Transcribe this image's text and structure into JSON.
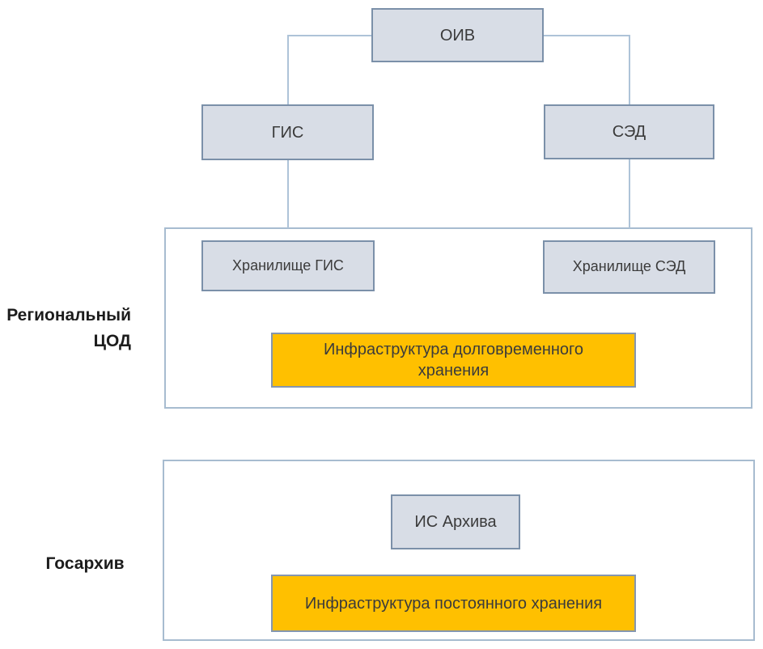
{
  "diagram": {
    "colors": {
      "node_fill": "#d8dde6",
      "node_border": "#7b90a9",
      "container_border": "#a7bcd0",
      "connector": "#aec3d8",
      "highlight_fill": "#ffc000",
      "highlight_border": "#8496b0",
      "text": "#3b3b3b",
      "label_text": "#1c1c1c"
    },
    "nodes": {
      "oiv": {
        "label": "ОИВ"
      },
      "gis": {
        "label": "ГИС"
      },
      "sed": {
        "label": "СЭД"
      },
      "storage_gis": {
        "label": "Хранилище ГИС"
      },
      "storage_sed": {
        "label": "Хранилище СЭД"
      },
      "longterm_infra": {
        "label": "Инфраструктура долговременного хранения"
      },
      "is_archive": {
        "label": "ИС Архива"
      },
      "permanent_infra": {
        "label": "Инфраструктура постоянного хранения"
      }
    },
    "containers": {
      "regional_dc": {
        "label": "Региональный ЦОД"
      },
      "gosarchive": {
        "label": "Госархив"
      }
    },
    "edges": [
      {
        "from": "oiv",
        "to": "gis",
        "style": "elbow"
      },
      {
        "from": "oiv",
        "to": "sed",
        "style": "elbow"
      },
      {
        "from": "gis",
        "to": "regional_dc",
        "style": "straight"
      },
      {
        "from": "sed",
        "to": "regional_dc",
        "style": "straight"
      }
    ],
    "containment": {
      "regional_dc": [
        "storage_gis",
        "storage_sed",
        "longterm_infra"
      ],
      "gosarchive": [
        "is_archive",
        "permanent_infra"
      ]
    }
  }
}
